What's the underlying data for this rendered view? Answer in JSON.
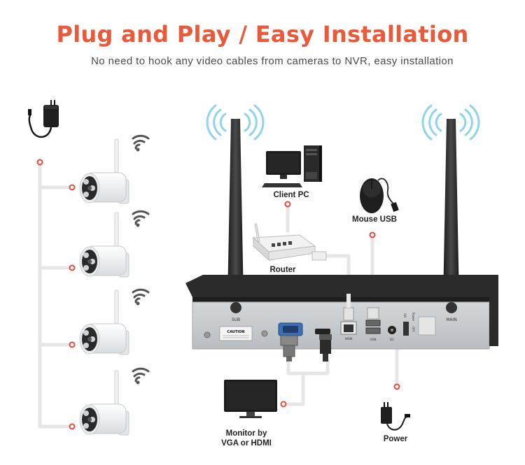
{
  "header": {
    "title": "Plug and Play / Easy Installation",
    "subtitle": "No need to hook any video cables from cameras to NVR, easy installation"
  },
  "labels": {
    "client_pc": "Client PC",
    "router": "Router",
    "mouse": "Mouse USB",
    "monitor_line1": "Monitor by",
    "monitor_line2": "VGA or HDMI",
    "power": "Power"
  },
  "nvr_panel": {
    "sub": "SUB",
    "main": "MAIN",
    "caution": "CAUTION",
    "wan": "WAN",
    "usb": "USB",
    "dc": "DC",
    "on": "ON",
    "power_switch": "Power",
    "off": "OFF"
  },
  "colors": {
    "accent": "#e95a3a",
    "wire": "#e6e6e6",
    "wifi_waves": "#8fd4ec",
    "nvr_body": "#2b2b2b",
    "nvr_panel": "#c5c8cc"
  }
}
